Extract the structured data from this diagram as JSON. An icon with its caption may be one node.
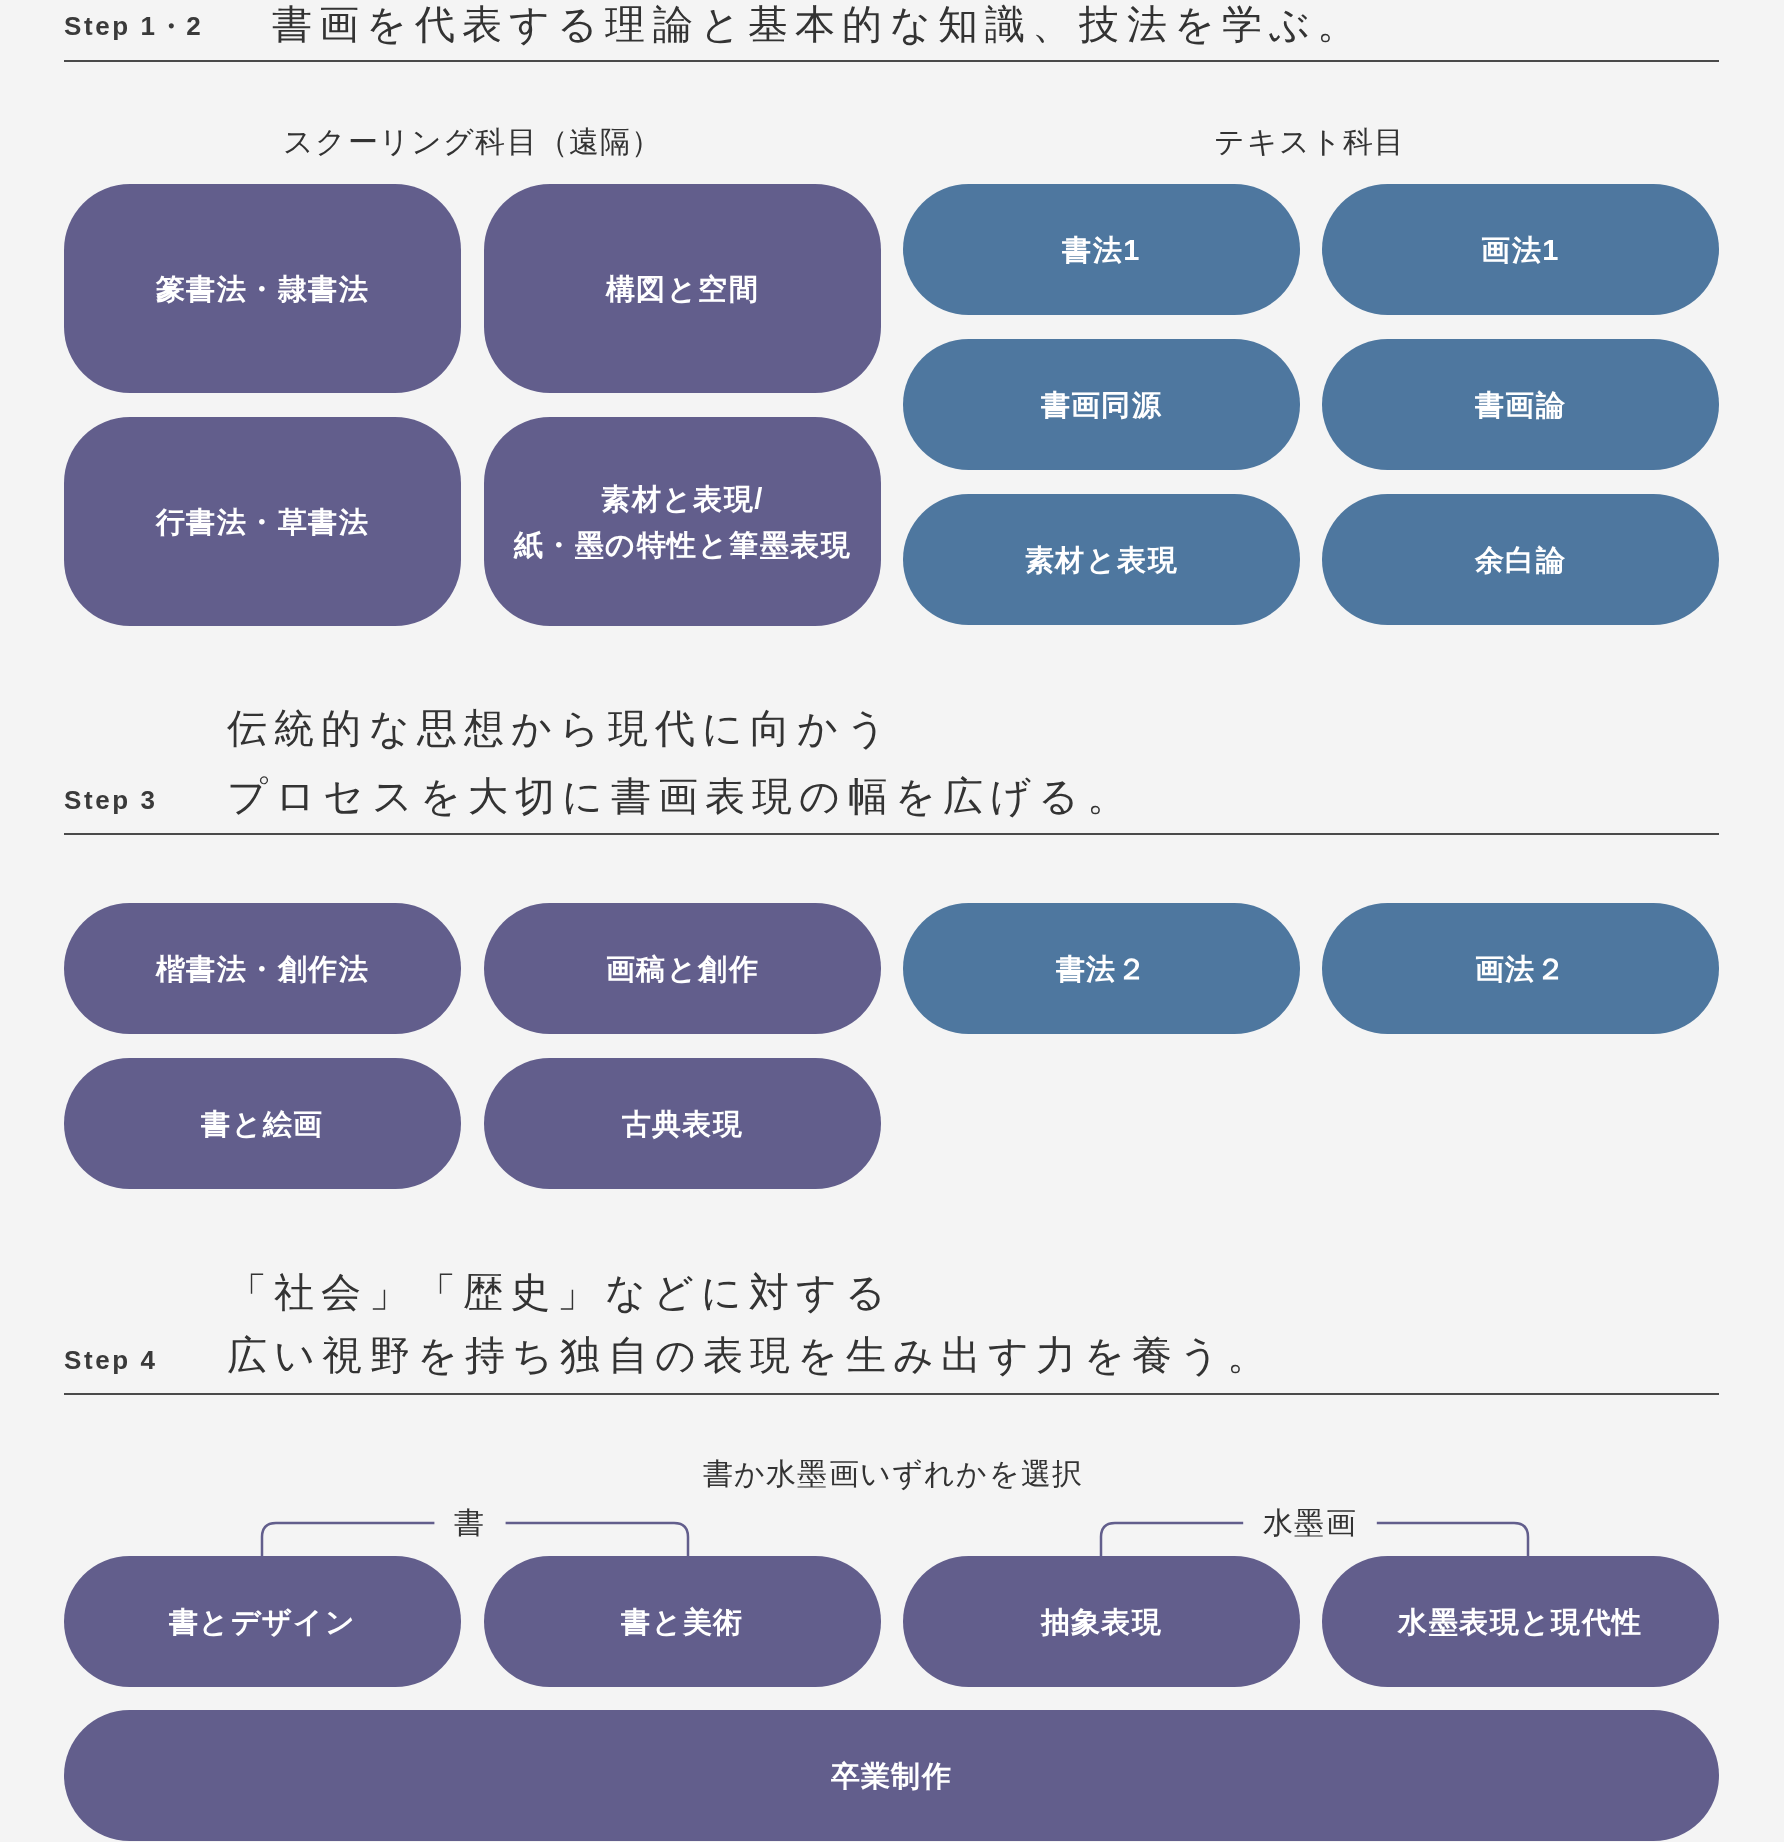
{
  "diagram": {
    "nodes": [
      {
        "text": [
          "篆書法・隷書法"
        ]
      },
      {
        "text": [
          "構図と空間"
        ]
      },
      {
        "text": [
          "行書法・草書法"
        ]
      },
      {
        "text": [
          "素材と表現/紙・墨の特性と筆墨表現"
        ]
      },
      {
        "text": [
          "書法1"
        ]
      },
      {
        "text": [
          "画法1"
        ]
      },
      {
        "text": [
          "書画同源"
        ]
      },
      {
        "text": [
          "書画論"
        ]
      },
      {
        "text": [
          "素材と表現"
        ]
      },
      {
        "text": [
          "余白論"
        ]
      },
      {
        "text": [
          "楷書法・創作法"
        ]
      },
      {
        "text": [
          "画稿と創作"
        ]
      },
      {
        "text": [
          "書法２"
        ]
      },
      {
        "text": [
          "画法２"
        ]
      },
      {
        "text": [
          "書と絵画"
        ]
      },
      {
        "text": [
          "古典表現"
        ]
      },
      {
        "text": [
          "書"
        ]
      },
      {
        "text": [
          "水墨画"
        ]
      },
      {
        "text": [
          "書とデザイン"
        ]
      },
      {
        "text": [
          "書と美術"
        ]
      },
      {
        "text": [
          "抽象表現"
        ]
      },
      {
        "text": [
          "水墨表現と現代性"
        ]
      },
      {
        "text": [
          "卒業制作"
        ]
      }
    ],
    "edges": [
      {
        "from": 16,
        "to": 18,
        "arrow": "none"
      },
      {
        "from": 16,
        "to": 19,
        "arrow": "none"
      },
      {
        "from": 17,
        "to": 20,
        "arrow": "none"
      },
      {
        "from": 17,
        "to": 21,
        "arrow": "none"
      }
    ],
    "labels": [
      "Step 1・2",
      "書画を代表する理論と基本的な知識、技法を学ぶ。",
      "スクーリング科目（遠隔）",
      "テキスト科目",
      "Step 3",
      "伝統的な思想から現代に向かうプロセスを大切に書画表現の幅を広げる。",
      "Step 4",
      "「社会」「歴史」などに対する広い視野を持ち独自の表現を生み出す力を養う。",
      "書か水墨画いずれかを選択"
    ]
  }
}
